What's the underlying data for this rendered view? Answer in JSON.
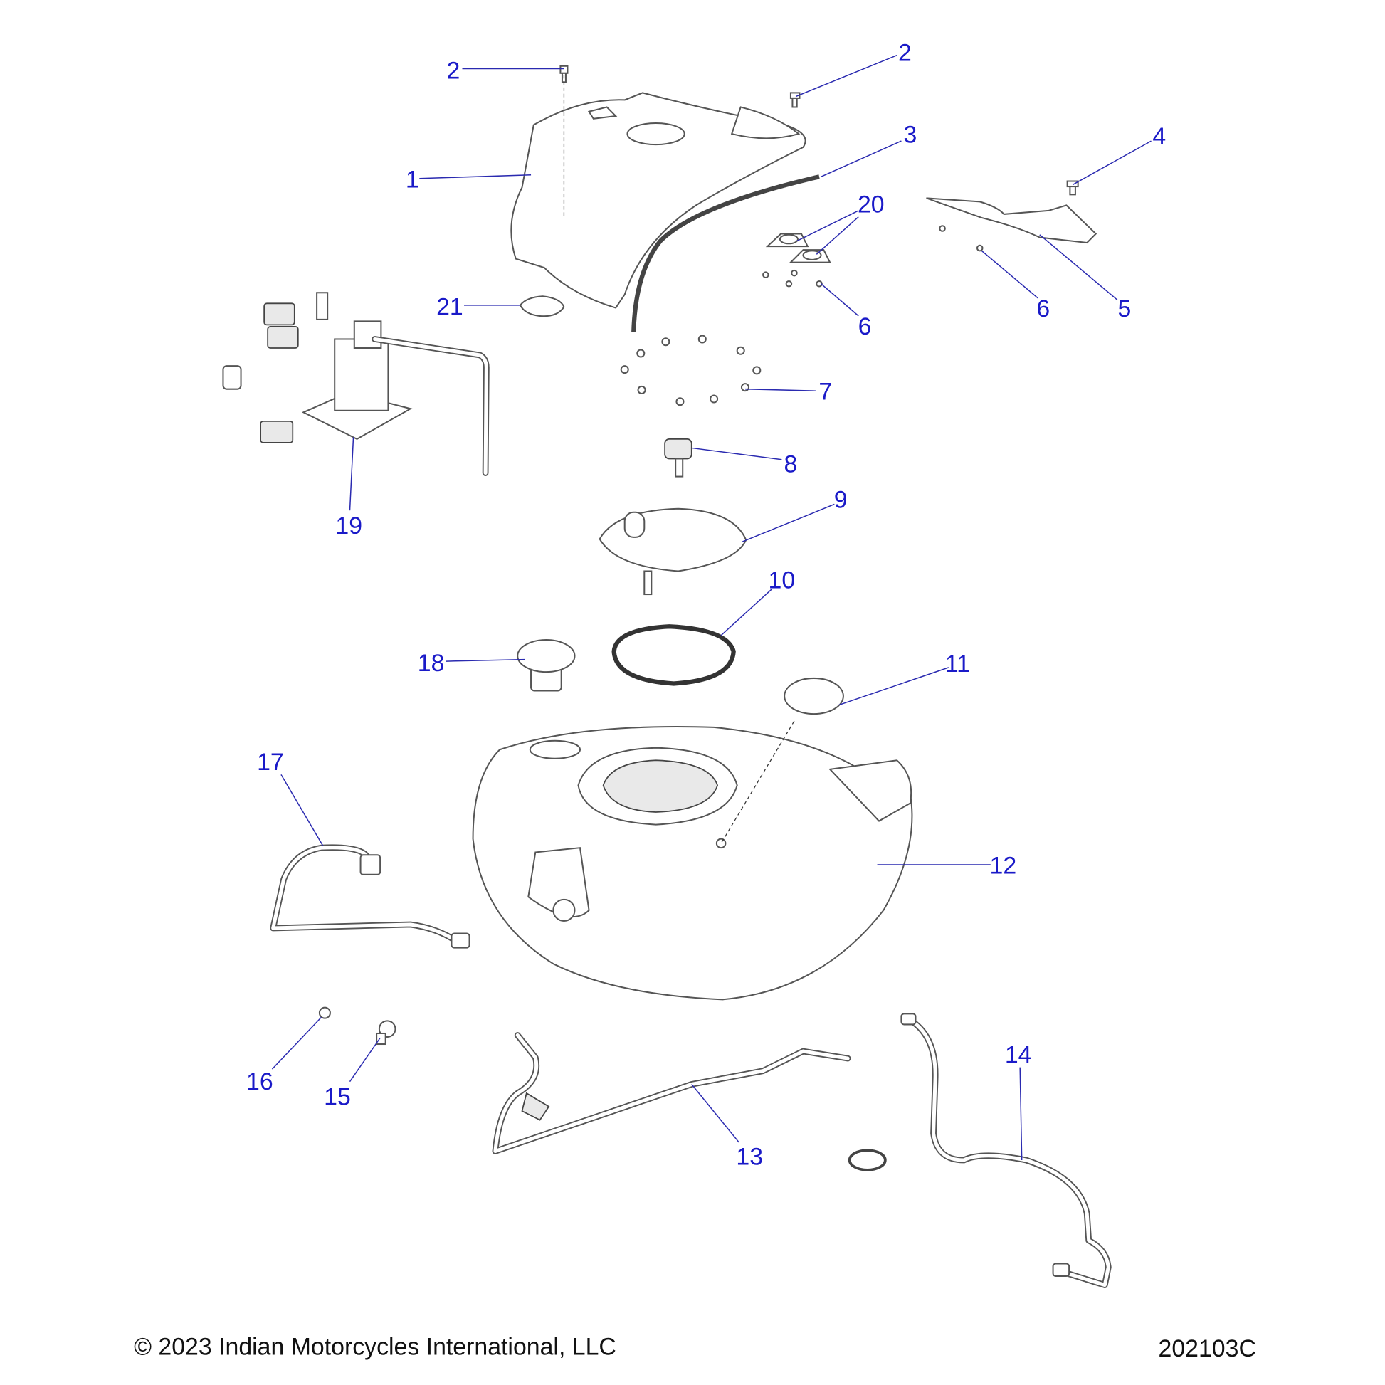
{
  "diagram": {
    "callouts": [
      "2",
      "2",
      "3",
      "4",
      "1",
      "20",
      "5",
      "6",
      "6",
      "21",
      "7",
      "8",
      "9",
      "10",
      "18",
      "11",
      "17",
      "12",
      "19",
      "16",
      "15",
      "13",
      "14"
    ]
  },
  "footer": {
    "copyright": "© 2023 Indian Motorcycles International, LLC",
    "drawing_number": "202103C"
  }
}
